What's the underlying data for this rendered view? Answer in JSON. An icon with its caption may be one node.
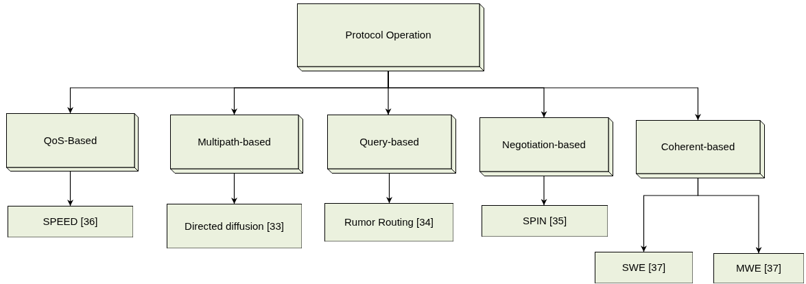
{
  "diagram": {
    "nodes": [
      {
        "text": [
          "Protocol Operation"
        ]
      },
      {
        "text": [
          "QoS-Based"
        ]
      },
      {
        "text": [
          "Multipath-based"
        ]
      },
      {
        "text": [
          "Query-based"
        ]
      },
      {
        "text": [
          "Negotiation-based"
        ]
      },
      {
        "text": [
          "Coherent-based"
        ]
      },
      {
        "text": [
          "SPEED [36]"
        ]
      },
      {
        "text": [
          "Directed diffusion [33]"
        ]
      },
      {
        "text": [
          "Rumor Routing [34]"
        ]
      },
      {
        "text": [
          "SPIN [35]"
        ]
      },
      {
        "text": [
          "SWE [37]"
        ]
      },
      {
        "text": [
          "MWE [37]"
        ]
      }
    ],
    "edges": [
      {
        "from": 0,
        "to": 1,
        "arrow": "to"
      },
      {
        "from": 0,
        "to": 2,
        "arrow": "to"
      },
      {
        "from": 0,
        "to": 3,
        "arrow": "to"
      },
      {
        "from": 0,
        "to": 4,
        "arrow": "to"
      },
      {
        "from": 0,
        "to": 5,
        "arrow": "to"
      },
      {
        "from": 1,
        "to": 6,
        "arrow": "to"
      },
      {
        "from": 2,
        "to": 7,
        "arrow": "to"
      },
      {
        "from": 3,
        "to": 8,
        "arrow": "to"
      },
      {
        "from": 4,
        "to": 9,
        "arrow": "to"
      },
      {
        "from": 5,
        "to": 10,
        "arrow": "to"
      },
      {
        "from": 5,
        "to": 11,
        "arrow": "to"
      }
    ]
  }
}
